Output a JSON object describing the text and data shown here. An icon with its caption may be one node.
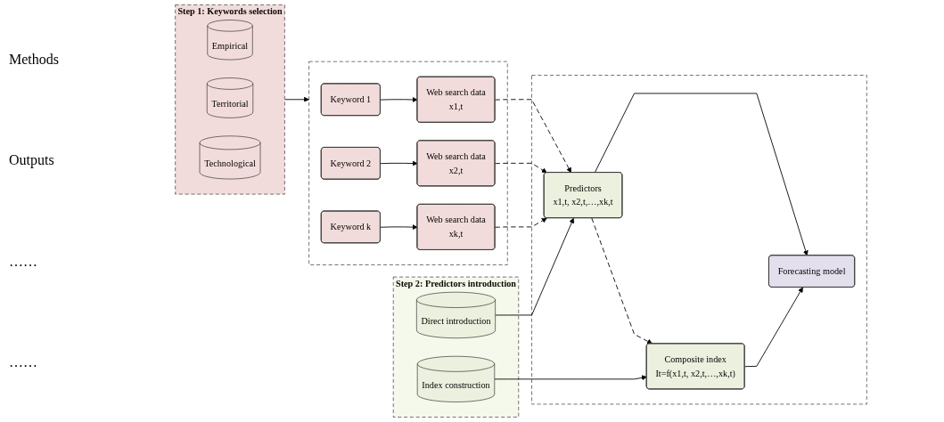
{
  "diagram": {
    "nodes": [
      {
        "text": [
          "Step 1: Keywords selection"
        ]
      },
      {
        "text": [
          "Empirical"
        ],
        "in": 0
      },
      {
        "text": [
          "Territorial"
        ],
        "in": 0
      },
      {
        "text": [
          "Technological"
        ],
        "in": 0
      },
      {
        "text": [
          "Step 2: Predictors introduction"
        ]
      },
      {
        "text": [
          "Direct introduction"
        ],
        "in": 4
      },
      {
        "text": [
          "Index construction"
        ],
        "in": 4
      },
      {
        "text": [],
        "shape": "box"
      },
      {
        "text": [
          "Keyword 1"
        ],
        "in": 7
      },
      {
        "text": [
          "Web search data",
          "x1,t"
        ],
        "in": 7
      },
      {
        "text": [
          "Keyword 2"
        ],
        "in": 7
      },
      {
        "text": [
          "Web search data",
          "x2,t"
        ],
        "in": 7
      },
      {
        "text": [
          "Keyword k"
        ],
        "in": 7
      },
      {
        "text": [
          "Web search data",
          "xk,t"
        ],
        "in": 7
      },
      {
        "text": [],
        "shape": "box"
      },
      {
        "text": [
          "Predictors",
          "x1,t, x2,t,…,xk,t"
        ],
        "in": 14
      },
      {
        "text": [
          "Composite index",
          "It=f(x1,t, x2,t,…,xk,t)"
        ],
        "in": 14
      },
      {
        "text": [
          "Forecasting model"
        ],
        "in": 14
      }
    ],
    "edges": [
      {
        "from": 0,
        "to": 7,
        "arrow": "to"
      },
      {
        "from": 8,
        "to": 9,
        "arrow": "to"
      },
      {
        "from": 10,
        "to": 11,
        "arrow": "to"
      },
      {
        "from": 12,
        "to": 13,
        "arrow": "to"
      },
      {
        "from": 9,
        "to": 15,
        "arrow": "to",
        "style": "dashed"
      },
      {
        "from": 11,
        "to": 15,
        "arrow": "to",
        "style": "dashed"
      },
      {
        "from": 13,
        "to": 15,
        "arrow": "to",
        "style": "dashed"
      },
      {
        "from": 5,
        "to": 15,
        "arrow": "to"
      },
      {
        "from": 6,
        "to": 16,
        "arrow": "to"
      },
      {
        "from": 15,
        "to": 16,
        "arrow": "to",
        "style": "dashed"
      },
      {
        "from": 15,
        "to": 17,
        "arrow": "to"
      },
      {
        "from": 16,
        "to": 17,
        "arrow": "to"
      }
    ],
    "labels": [
      "Methods",
      "Outputs",
      "……",
      "……"
    ]
  }
}
